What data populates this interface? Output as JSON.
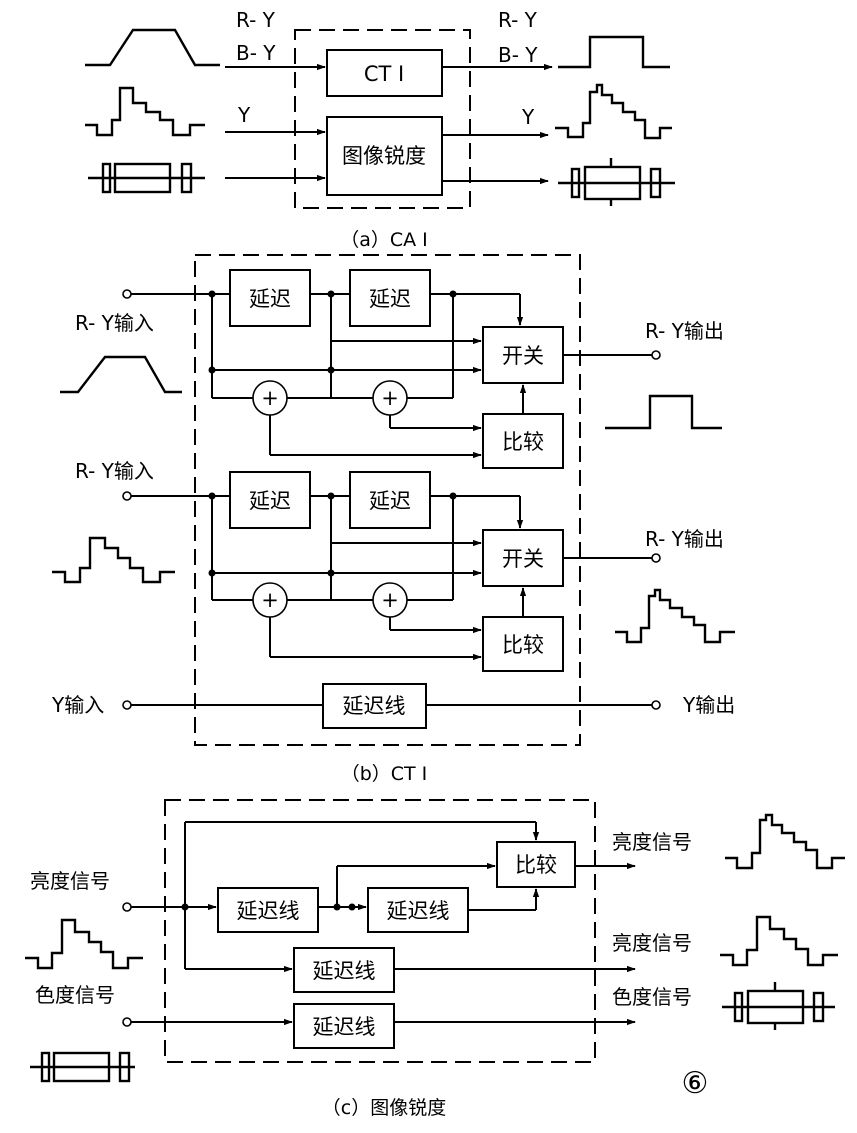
{
  "panel_a": {
    "in_ry": "R- Y",
    "in_by": "B- Y",
    "in_y": "Y",
    "out_ry": "R- Y",
    "out_by": "B- Y",
    "out_y": "Y",
    "cti_box": "CT I",
    "sharp_box": "图像锐度",
    "caption": "（a）CA I"
  },
  "panel_b": {
    "ch1_in": "R- Y输入",
    "ch1_out": "R- Y输出",
    "ch2_in": "R- Y输入",
    "ch2_out": "R- Y输出",
    "y_in": "Y输入",
    "y_out": "Y输出",
    "delay": "延迟",
    "switch": "开关",
    "compare": "比较",
    "delay_line": "延迟线",
    "plus": "+",
    "caption": "（b）CT I"
  },
  "panel_c": {
    "luma_in": "亮度信号",
    "chroma_in": "色度信号",
    "luma_out1": "亮度信号",
    "luma_out2": "亮度信号",
    "chroma_out": "色度信号",
    "delay_line": "延迟线",
    "compare": "比较",
    "caption": "（c）图像锐度"
  },
  "figure_number": "⑥"
}
